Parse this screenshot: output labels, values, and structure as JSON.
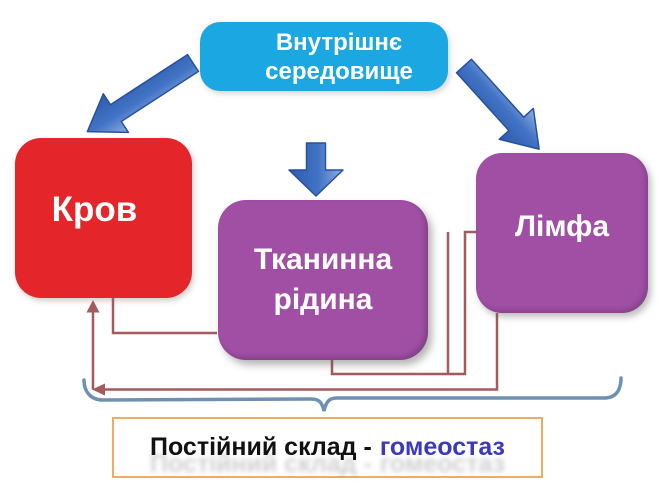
{
  "nodes": {
    "internal_environment": {
      "line1": "Внутрішнє",
      "line2": "середовище",
      "fill": "#1BA7E2",
      "text_color": "#FFFFFF"
    },
    "blood": {
      "label": "Кров",
      "fill": "#E42529",
      "text_color": "#FFFFFF"
    },
    "tissue_fluid": {
      "line1": "Тканинна",
      "line2": "рідина",
      "fill": "#A04FA4",
      "text_color": "#FFFFFF"
    },
    "lymph": {
      "label": "Лімфа",
      "fill": "#A04FA4",
      "text_color": "#FFFFFF"
    }
  },
  "footer": {
    "text_black": "Постійний склад -",
    "text_blue": "гомеостаз",
    "border_color": "#EEAC64",
    "highlight_color": "#3B3ABF"
  },
  "connector_colors": {
    "flow_line": "#A35B5B",
    "brace": "#6E90B3",
    "arrow_fill": "#3E6FC1",
    "arrow_edge": "#27519E"
  }
}
